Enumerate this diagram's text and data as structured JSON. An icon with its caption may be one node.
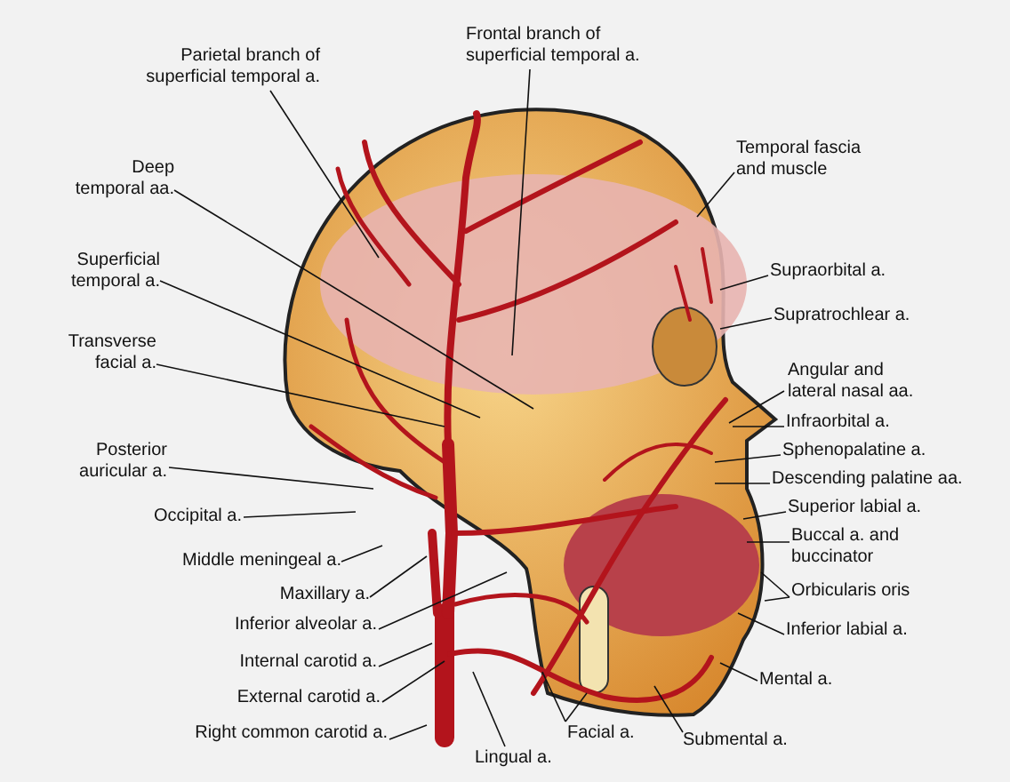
{
  "diagram": {
    "nodes": [
      {
        "text": [
          "Parietal branch of superficial temporal a."
        ]
      },
      {
        "text": [
          "Frontal branch of superficial temporal a."
        ]
      },
      {
        "text": [
          "Temporal fascia and muscle"
        ]
      },
      {
        "text": [
          "Deep temporal aa."
        ]
      },
      {
        "text": [
          "Superficial temporal a."
        ]
      },
      {
        "text": [
          "Transverse facial a."
        ]
      },
      {
        "text": [
          "Supraorbital a."
        ]
      },
      {
        "text": [
          "Supratrochlear a."
        ]
      },
      {
        "text": [
          "Angular and lateral nasal aa."
        ]
      },
      {
        "text": [
          "Infraorbital a."
        ]
      },
      {
        "text": [
          "Sphenopalatine a."
        ]
      },
      {
        "text": [
          "Descending palatine aa."
        ]
      },
      {
        "text": [
          "Superior labial a."
        ]
      },
      {
        "text": [
          "Buccal a. and buccinator"
        ]
      },
      {
        "text": [
          "Orbicularis oris"
        ]
      },
      {
        "text": [
          "Inferior labial a."
        ]
      },
      {
        "text": [
          "Mental a."
        ]
      },
      {
        "text": [
          "Posterior auricular a."
        ]
      },
      {
        "text": [
          "Occipital a."
        ]
      },
      {
        "text": [
          "Middle meningeal a."
        ]
      },
      {
        "text": [
          "Maxillary a."
        ]
      },
      {
        "text": [
          "Inferior alveolar a."
        ]
      },
      {
        "text": [
          "Internal carotid a."
        ]
      },
      {
        "text": [
          "External carotid a."
        ]
      },
      {
        "text": [
          "Right common carotid a."
        ]
      },
      {
        "text": [
          "Lingual a."
        ]
      },
      {
        "text": [
          "Facial a."
        ]
      },
      {
        "text": [
          "Submental a."
        ]
      }
    ],
    "edges": [
      {
        "from": 0,
        "to": null,
        "arrow": "none"
      },
      {
        "from": 1,
        "to": null,
        "arrow": "none"
      },
      {
        "from": 2,
        "to": null,
        "arrow": "none"
      },
      {
        "from": 3,
        "to": null,
        "arrow": "none"
      },
      {
        "from": 4,
        "to": null,
        "arrow": "none"
      },
      {
        "from": 5,
        "to": null,
        "arrow": "none"
      },
      {
        "from": 6,
        "to": null,
        "arrow": "none"
      },
      {
        "from": 7,
        "to": null,
        "arrow": "none"
      },
      {
        "from": 8,
        "to": null,
        "arrow": "none"
      },
      {
        "from": 9,
        "to": null,
        "arrow": "none"
      },
      {
        "from": 10,
        "to": null,
        "arrow": "none"
      },
      {
        "from": 11,
        "to": null,
        "arrow": "none"
      },
      {
        "from": 12,
        "to": null,
        "arrow": "none"
      },
      {
        "from": 13,
        "to": null,
        "arrow": "none"
      },
      {
        "from": 14,
        "to": null,
        "arrow": "none"
      },
      {
        "from": 14,
        "to": null,
        "arrow": "none"
      },
      {
        "from": 15,
        "to": null,
        "arrow": "none"
      },
      {
        "from": 16,
        "to": null,
        "arrow": "none"
      },
      {
        "from": 17,
        "to": null,
        "arrow": "none"
      },
      {
        "from": 18,
        "to": null,
        "arrow": "none"
      },
      {
        "from": 19,
        "to": null,
        "arrow": "none"
      },
      {
        "from": 20,
        "to": null,
        "arrow": "none"
      },
      {
        "from": 21,
        "to": null,
        "arrow": "none"
      },
      {
        "from": 22,
        "to": null,
        "arrow": "none"
      },
      {
        "from": 23,
        "to": null,
        "arrow": "none"
      },
      {
        "from": 24,
        "to": null,
        "arrow": "none"
      },
      {
        "from": 25,
        "to": null,
        "arrow": "none"
      },
      {
        "from": 26,
        "to": null,
        "arrow": "none"
      },
      {
        "from": 26,
        "to": null,
        "arrow": "none"
      },
      {
        "from": 27,
        "to": null,
        "arrow": "none"
      }
    ]
  }
}
